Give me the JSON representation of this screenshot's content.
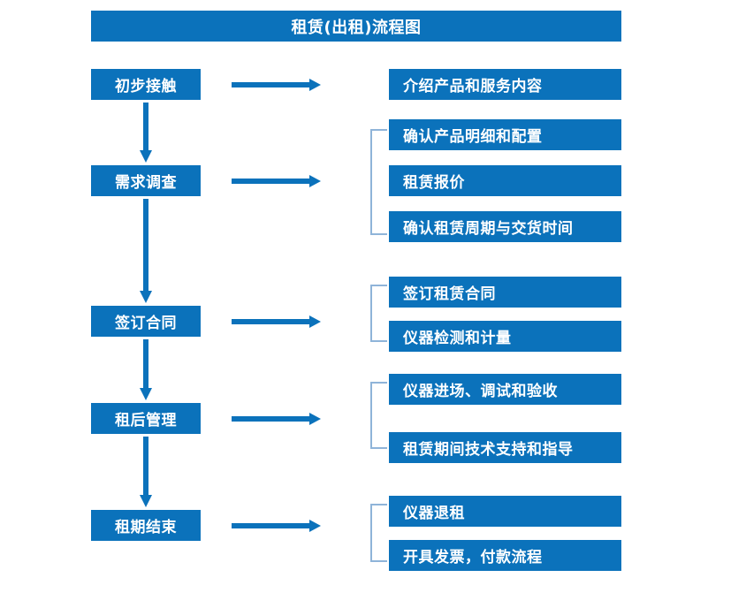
{
  "title": {
    "text": "租赁(出租)流程图"
  },
  "colors": {
    "box_blue": "#0B72BB",
    "bracket_blue": "#8FB4D9",
    "text_white": "#FFFFFF",
    "background": "#FFFFFF"
  },
  "stages": [
    {
      "label": "初步接触"
    },
    {
      "label": "需求调查"
    },
    {
      "label": "签订合同"
    },
    {
      "label": "租后管理"
    },
    {
      "label": "租期结束"
    }
  ],
  "details": [
    {
      "label": "介绍产品和服务内容"
    },
    {
      "label": "确认产品明细和配置"
    },
    {
      "label": "租赁报价"
    },
    {
      "label": "确认租赁周期与交货时间"
    },
    {
      "label": "签订租赁合同"
    },
    {
      "label": "仪器检测和计量"
    },
    {
      "label": "仪器进场、调试和验收"
    },
    {
      "label": "租赁期间技术支持和指导"
    },
    {
      "label": "仪器退租"
    },
    {
      "label": "开具发票，付款流程"
    }
  ],
  "connectors": {
    "right_arrows": 5,
    "down_arrows": 4,
    "brackets": 4
  }
}
